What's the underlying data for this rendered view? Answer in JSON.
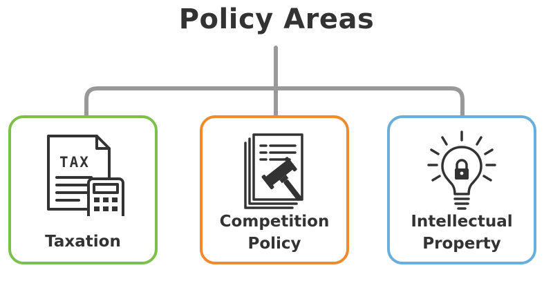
{
  "title": "Policy Areas",
  "colors": {
    "text": "#333333",
    "connector": "#999999",
    "taxation": "#7cc04b",
    "competition": "#f18a2c",
    "intellectual_property": "#6aaede"
  },
  "areas": [
    {
      "label_lines": [
        "Taxation"
      ],
      "icon": "tax-document-calculator-icon",
      "icon_text": "TAX",
      "color": "#7cc04b"
    },
    {
      "label_lines": [
        "Competition",
        "Policy"
      ],
      "icon": "gavel-document-icon",
      "color": "#f18a2c"
    },
    {
      "label_lines": [
        "Intellectual",
        "Property"
      ],
      "icon": "lightbulb-lock-icon",
      "color": "#6aaede"
    }
  ]
}
